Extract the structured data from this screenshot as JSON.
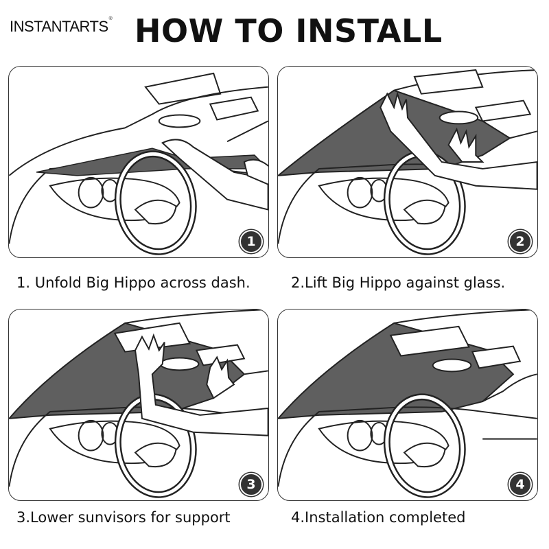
{
  "brand": {
    "name": "INSTANTARTS",
    "mark": "®"
  },
  "title": "HOW TO INSTALL",
  "steps": [
    {
      "number": "1",
      "caption": "1. Unfold Big Hippo across dash."
    },
    {
      "number": "2",
      "caption": "2.Lift Big Hippo against glass."
    },
    {
      "number": "3",
      "caption": "3.Lower sunvisors for support"
    },
    {
      "number": "4",
      "caption": "4.Installation completed"
    }
  ],
  "colors": {
    "shade": "#5f5f5f",
    "line": "#222222",
    "badge": "#333333"
  }
}
